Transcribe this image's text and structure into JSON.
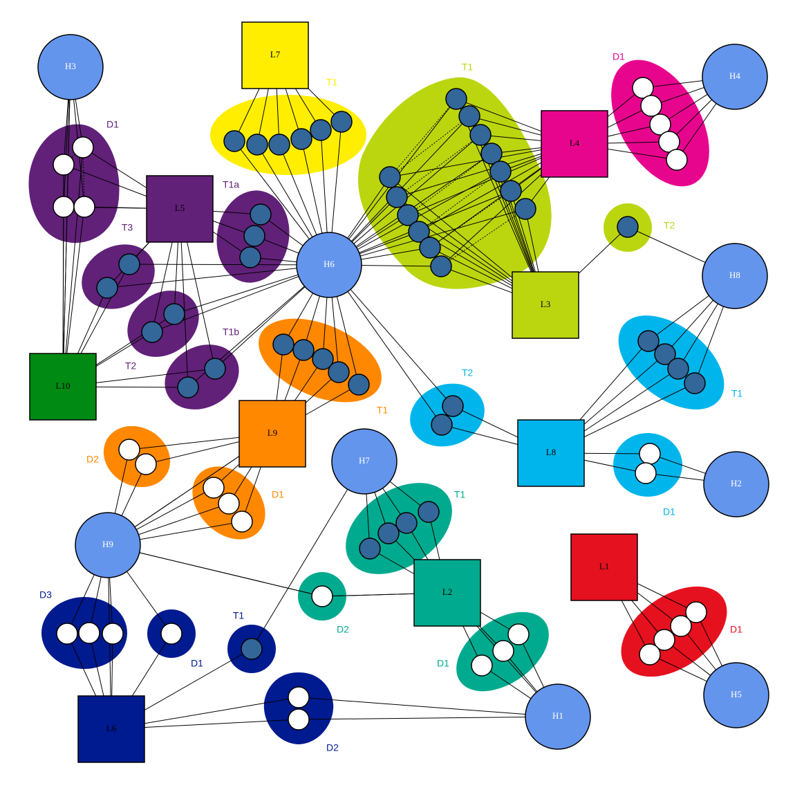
{
  "colors": {
    "host": "#6495ED",
    "member_dark": "#336699",
    "member_light": "#FFFFFF",
    "yellow": "#FFEE00",
    "lime": "#BBD60F",
    "magenta": "#E8058E",
    "purple": "#612178",
    "green": "#008A14",
    "orange": "#FF8800",
    "cyan": "#00B5EB",
    "teal": "#00AA8E",
    "red": "#E6111F",
    "navy": "#001A8F"
  },
  "hosts": [
    {
      "id": "H1",
      "label": "H1"
    },
    {
      "id": "H2",
      "label": "H2"
    },
    {
      "id": "H3",
      "label": "H3"
    },
    {
      "id": "H4",
      "label": "H4"
    },
    {
      "id": "H5",
      "label": "H5"
    },
    {
      "id": "H6",
      "label": "H6"
    },
    {
      "id": "H7",
      "label": "H7"
    },
    {
      "id": "H8",
      "label": "H8"
    },
    {
      "id": "H9",
      "label": "H9"
    }
  ],
  "locations": [
    {
      "id": "L1",
      "label": "L1",
      "color": "red"
    },
    {
      "id": "L2",
      "label": "L2",
      "color": "teal"
    },
    {
      "id": "L3",
      "label": "L3",
      "color": "lime"
    },
    {
      "id": "L4",
      "label": "L4",
      "color": "magenta"
    },
    {
      "id": "L5",
      "label": "L5",
      "color": "purple"
    },
    {
      "id": "L6",
      "label": "L6",
      "color": "navy"
    },
    {
      "id": "L7",
      "label": "L7",
      "color": "yellow"
    },
    {
      "id": "L8",
      "label": "L8",
      "color": "cyan"
    },
    {
      "id": "L9",
      "label": "L9",
      "color": "orange"
    },
    {
      "id": "L10",
      "label": "L10",
      "color": "green"
    }
  ],
  "groups": [
    {
      "id": "L7-T1",
      "label": "T1",
      "color": "yellow",
      "kind": "dark",
      "members": 6
    },
    {
      "id": "L4-T1",
      "label": "T1",
      "color": "lime",
      "kind": "dark",
      "members": 13
    },
    {
      "id": "L4-D1",
      "label": "D1",
      "color": "magenta",
      "kind": "light",
      "members": 5
    },
    {
      "id": "L3-T2",
      "label": "T2",
      "color": "lime",
      "kind": "dark",
      "members": 1
    },
    {
      "id": "L5-D1",
      "label": "D1",
      "color": "purple",
      "kind": "light",
      "members": 4
    },
    {
      "id": "L5-T1a",
      "label": "T1a",
      "color": "purple",
      "kind": "dark",
      "members": 3
    },
    {
      "id": "L5-T3",
      "label": "T3",
      "color": "purple",
      "kind": "dark",
      "members": 2
    },
    {
      "id": "L5-T2",
      "label": "T2",
      "color": "purple",
      "kind": "dark",
      "members": 2
    },
    {
      "id": "L5-T1b",
      "label": "T1b",
      "color": "purple",
      "kind": "dark",
      "members": 2
    },
    {
      "id": "L9-T1",
      "label": "T1",
      "color": "orange",
      "kind": "dark",
      "members": 5
    },
    {
      "id": "L9-D2",
      "label": "D2",
      "color": "orange",
      "kind": "light",
      "members": 2
    },
    {
      "id": "L9-D1",
      "label": "D1",
      "color": "orange",
      "kind": "light",
      "members": 3
    },
    {
      "id": "L8-T2",
      "label": "T2",
      "color": "cyan",
      "kind": "dark",
      "members": 2
    },
    {
      "id": "L8-T1",
      "label": "T1",
      "color": "cyan",
      "kind": "dark",
      "members": 4
    },
    {
      "id": "L8-D1",
      "label": "D1",
      "color": "cyan",
      "kind": "light",
      "members": 2
    },
    {
      "id": "L2-T1",
      "label": "T1",
      "color": "teal",
      "kind": "dark",
      "members": 4
    },
    {
      "id": "L2-D2",
      "label": "D2",
      "color": "teal",
      "kind": "light",
      "members": 1
    },
    {
      "id": "L2-D1",
      "label": "D1",
      "color": "teal",
      "kind": "light",
      "members": 3
    },
    {
      "id": "L1-D1",
      "label": "D1",
      "color": "red",
      "kind": "light",
      "members": 4
    },
    {
      "id": "L6-D3",
      "label": "D3",
      "color": "navy",
      "kind": "light",
      "members": 3
    },
    {
      "id": "L6-D1",
      "label": "D1",
      "color": "navy",
      "kind": "light",
      "members": 1
    },
    {
      "id": "L6-T1",
      "label": "T1",
      "color": "navy",
      "kind": "dark",
      "members": 1
    },
    {
      "id": "L6-D2",
      "label": "D2",
      "color": "navy",
      "kind": "light",
      "members": 2
    }
  ]
}
